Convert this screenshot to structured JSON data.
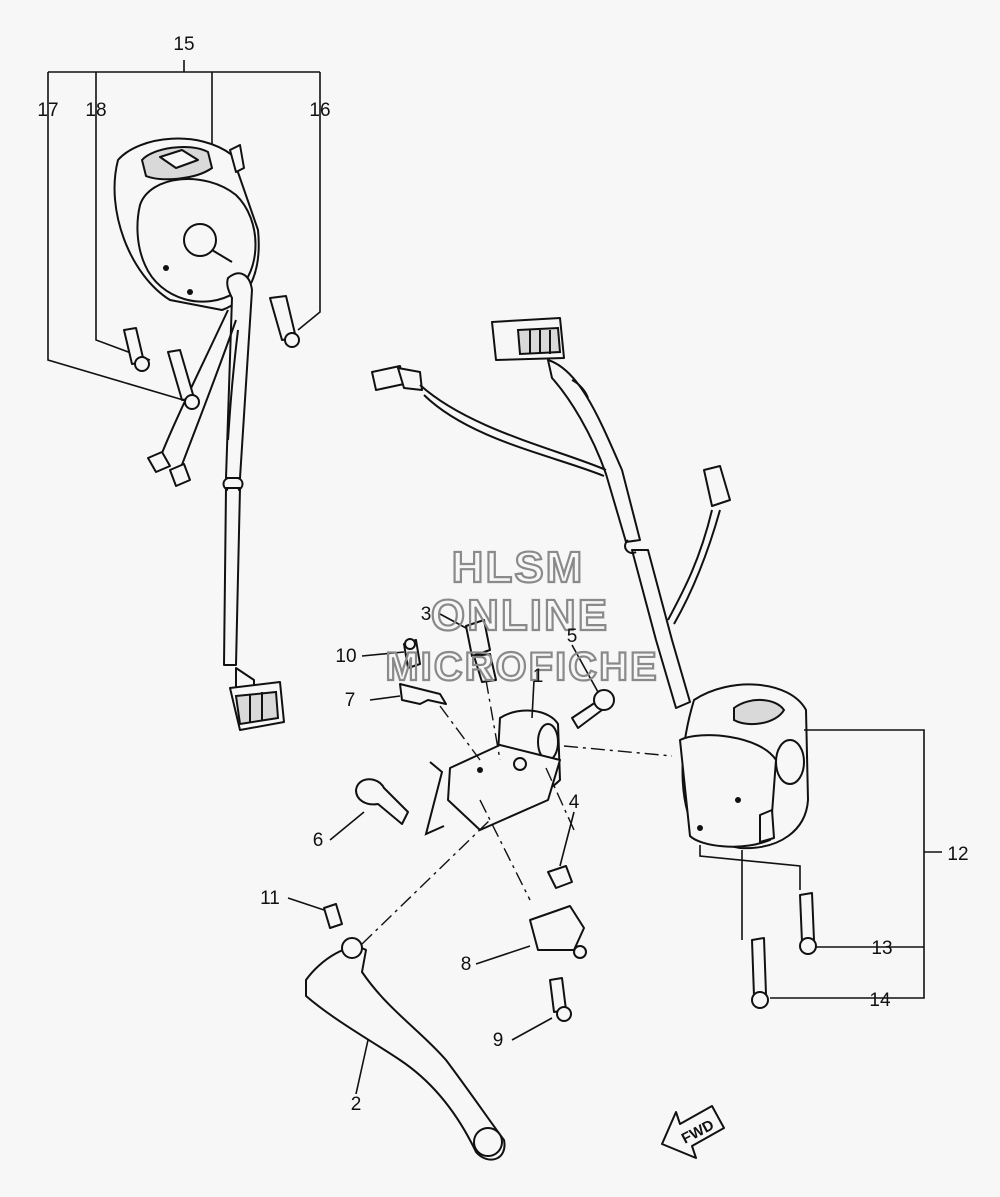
{
  "callouts": {
    "c1": "1",
    "c2": "2",
    "c3": "3",
    "c4": "4",
    "c5": "5",
    "c6": "6",
    "c7": "7",
    "c8": "8",
    "c9": "9",
    "c10": "10",
    "c11": "11",
    "c12": "12",
    "c13": "13",
    "c14": "14",
    "c15": "15",
    "c16": "16",
    "c17": "17",
    "c18": "18"
  },
  "watermark": {
    "line1": "HLSM",
    "line2": "ONLINE",
    "line3": "MICROFICHE"
  },
  "fwd_arrow": {
    "label": "FWD"
  }
}
